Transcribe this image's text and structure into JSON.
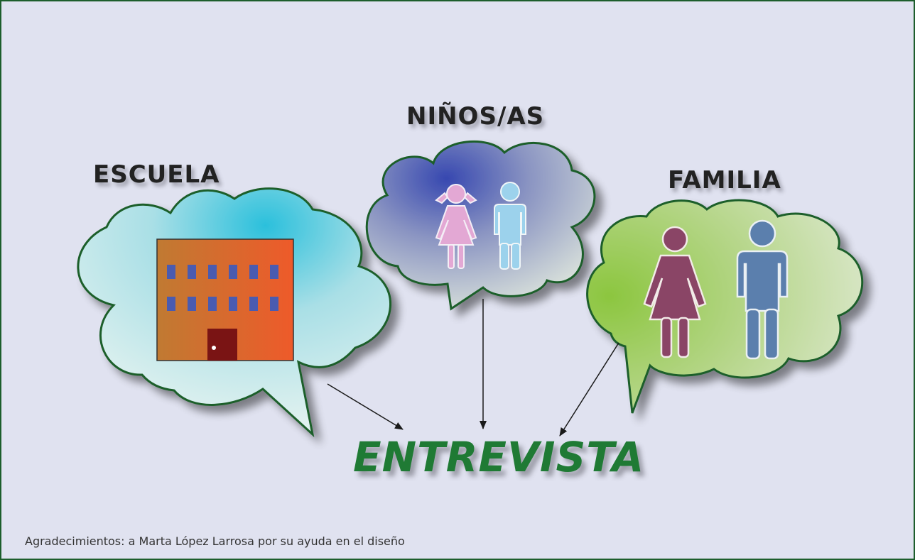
{
  "labels": {
    "escuela": "ESCUELA",
    "ninos": "NIÑOS/AS",
    "familia": "FAMILIA"
  },
  "center_label": "ENTREVISTA",
  "credits": "Agradecimientos: a Marta López Larrosa por su ayuda en el diseño",
  "colors": {
    "frame_border": "#1d5e2c",
    "background": "#e0e2f0",
    "bubble_outline": "#1d5e2c",
    "entrevista_text": "#1f7a34",
    "building": "#c96a2e",
    "window": "#4a5bb0",
    "door": "#7a1414",
    "girl": "#e3a8d4",
    "boy": "#9cd2ec",
    "woman": "#8a4566",
    "man": "#5b7fad"
  },
  "icons": [
    "school-building-icon",
    "girl-icon",
    "boy-icon",
    "woman-icon",
    "man-icon"
  ]
}
